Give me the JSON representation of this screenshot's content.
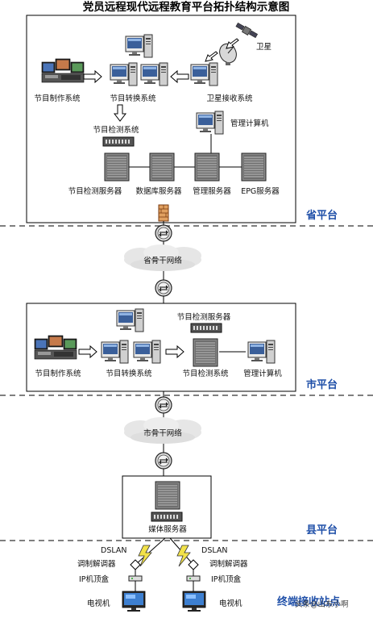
{
  "title": "党员远程现代远程教育平台拓扑结构示意图",
  "province": {
    "level_label": "省平台",
    "satellite": "卫星",
    "program_production": "节目制作系统",
    "program_conversion": "节目转换系统",
    "satellite_receiving": "卫星接收系统",
    "program_monitoring_system": "节目检测系统",
    "management_computer": "管理计算机",
    "servers": [
      "节目检测服务器",
      "数据库服务器",
      "管理服务器",
      "EPG服务器"
    ]
  },
  "province_backbone": "省骨干网络",
  "city": {
    "level_label": "市平台",
    "program_production": "节目制作系统",
    "program_conversion": "节目转换系统",
    "program_monitoring_server": "节目检测服务器",
    "program_monitoring_system": "节目检测系统",
    "management_computer": "管理计算机"
  },
  "city_backbone": "市骨干网络",
  "county": {
    "level_label": "县平台",
    "media_server": "媒体服务器"
  },
  "terminal": {
    "level_label": "终端接收站点",
    "left": {
      "dslan": "DSLAN",
      "modem": "调制解调器",
      "stb": "IP机顶盒",
      "tv": "电视机"
    },
    "right": {
      "dslan": "DSLAN",
      "modem": "调制解调器",
      "stb": "IP机顶盒",
      "tv": "电视机"
    }
  },
  "watermark": "头条@山东小啊"
}
